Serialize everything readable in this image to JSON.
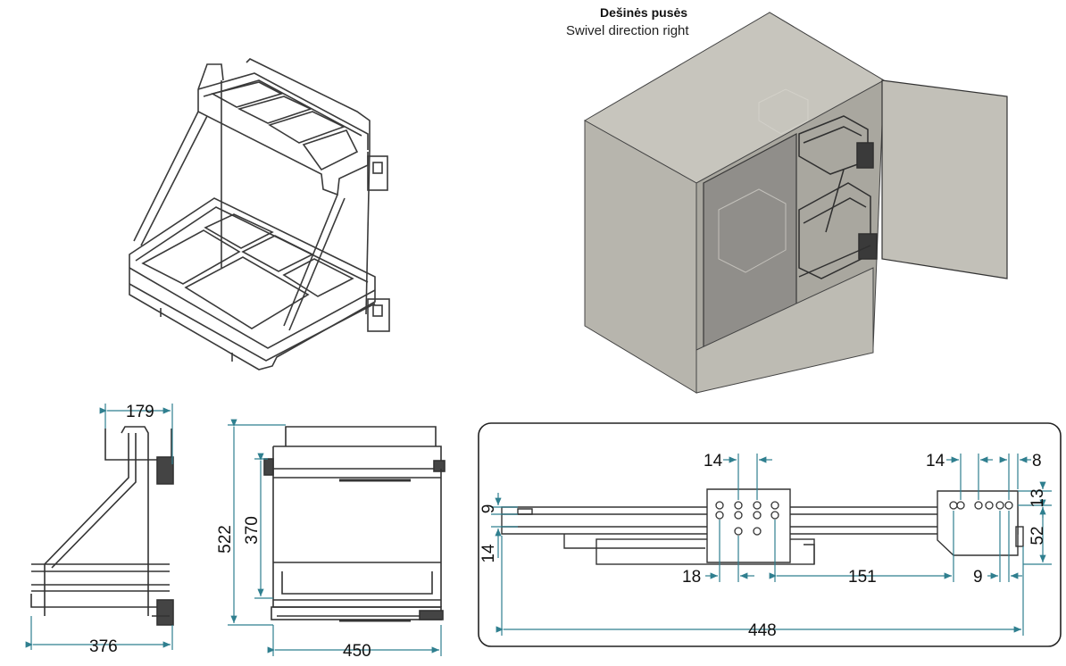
{
  "caption": {
    "title": "Dešinės pusės",
    "subtitle": "Swivel direction right"
  },
  "side_view": {
    "width_top": "179",
    "width_bottom": "376"
  },
  "front_view": {
    "height_total": "522",
    "height_inner": "370",
    "width": "450"
  },
  "rail_view": {
    "hole_spacing_left": "14",
    "hole_spacing_right": "14",
    "edge_offset_right": "8",
    "top_offset": "9",
    "rail_height": "14",
    "bracket_top": "13",
    "bracket_height": "52",
    "left_offset": "18",
    "bracket_spacing": "151",
    "right_offset": "9",
    "total_length": "448"
  },
  "colors": {
    "dimension_line": "#2f7f8f",
    "line_art": "#333333",
    "cabinet": "#b8b6ad",
    "door_glass": "#8a8885"
  }
}
